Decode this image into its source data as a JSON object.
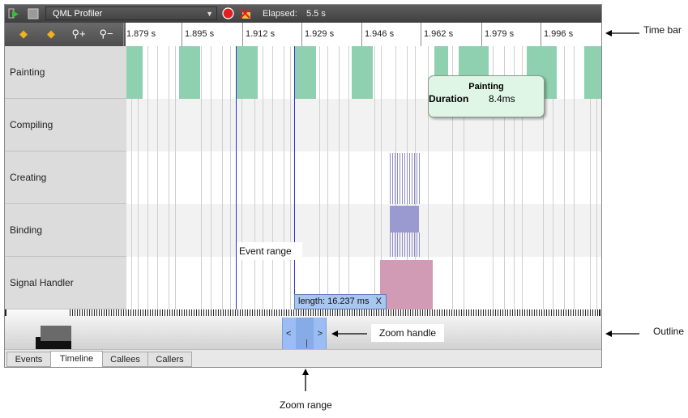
{
  "toolbar": {
    "profiler_name": "QML Profiler",
    "elapsed_label": "Elapsed:",
    "elapsed_value": "5.5 s"
  },
  "timebar": {
    "ticks": [
      "1.879 s",
      "1.895 s",
      "1.912 s",
      "1.929 s",
      "1.946 s",
      "1.962 s",
      "1.979 s",
      "1.996 s"
    ]
  },
  "rows": [
    "Painting",
    "Compiling",
    "Creating",
    "Binding",
    "Signal Handler"
  ],
  "tooltip": {
    "title": "Painting",
    "key": "Duration",
    "value": "8.4ms"
  },
  "event_range_label": "Event range",
  "range_box": {
    "length_label": "length: 16.237 ms",
    "close": "X"
  },
  "zoom_handle": {
    "left": "<",
    "right": ">"
  },
  "tabs": [
    {
      "label": "Events",
      "active": false
    },
    {
      "label": "Timeline",
      "active": true
    },
    {
      "label": "Callees",
      "active": false
    },
    {
      "label": "Callers",
      "active": false
    }
  ],
  "annotations": {
    "time_bar": "Time bar",
    "zoom_handle": "Zoom handle",
    "outline": "Outline",
    "zoom_range": "Zoom range"
  },
  "colors": {
    "painting": "#8fd0b0",
    "binding": "#9a9ad0",
    "signal_handler": "#d19ab5",
    "range_line": "#3030c0",
    "zoom_range": "#9bbdf3"
  }
}
